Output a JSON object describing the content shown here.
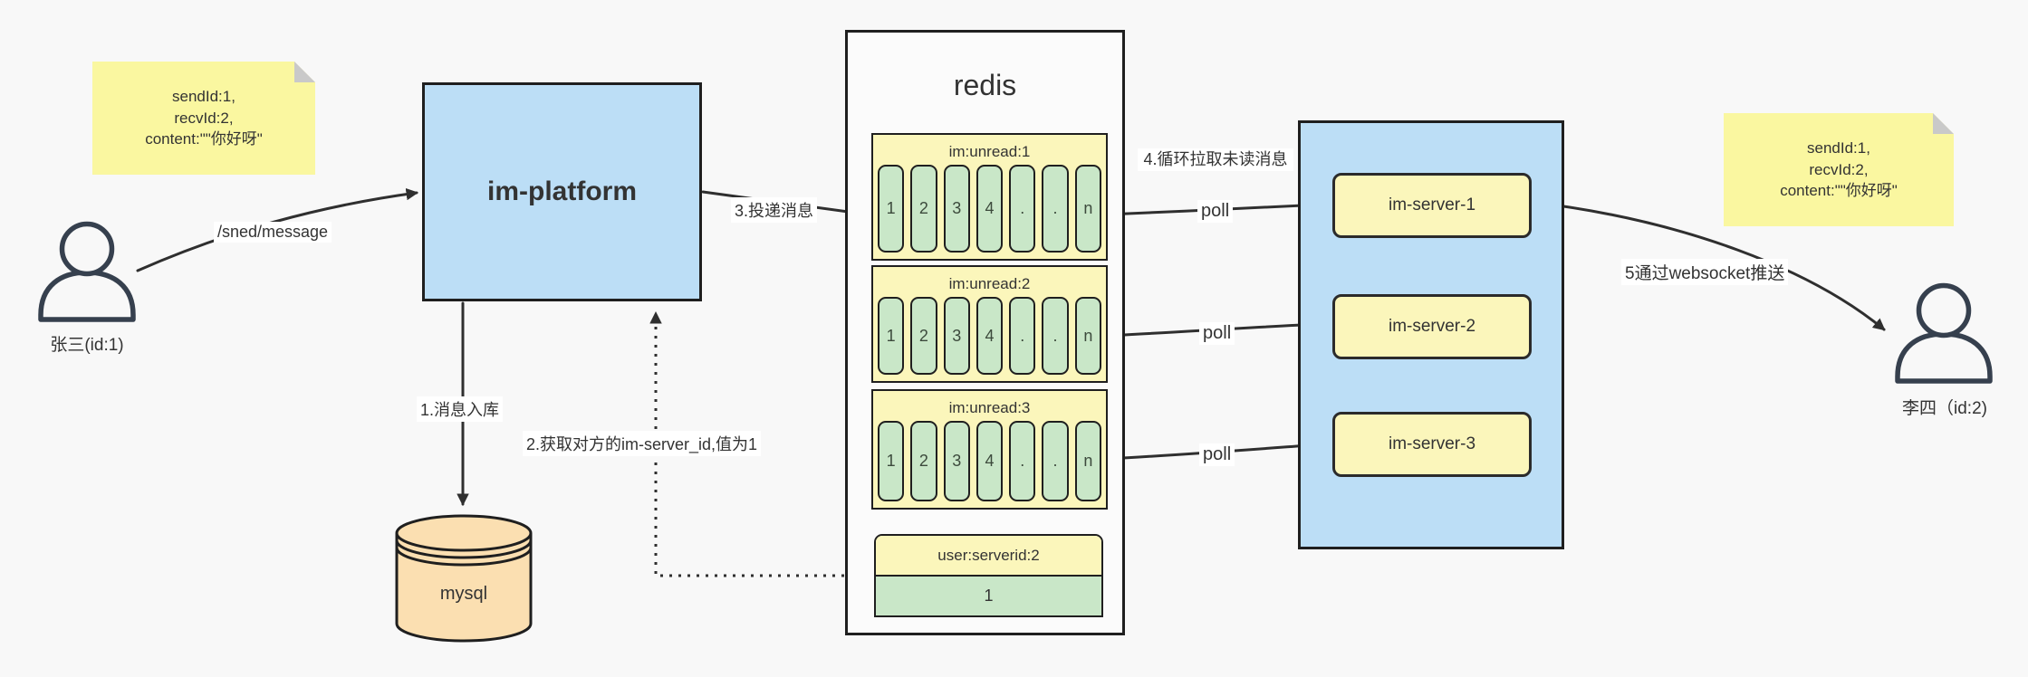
{
  "palette": {
    "bg": "#f8f8f8",
    "panel": "#fbfbfb",
    "line": "#1f1f1f",
    "ink": "#2f2f2f",
    "text": "#333333",
    "blue": "#bcdef6",
    "note-yellow": "#faf7a0",
    "box-yellow": "#fbf6bb",
    "green": "#c9e7c8",
    "orange": "#fbdfb1",
    "fold": "#c9c9c9",
    "icon": "#36404e"
  },
  "notes": {
    "left": {
      "line1": "sendId:1,",
      "line2": "recvId:2,",
      "line3": "content:\"\"你好呀\""
    },
    "right": {
      "line1": "sendId:1,",
      "line2": "recvId:2,",
      "line3": "content:\"\"你好呀\""
    }
  },
  "actors": {
    "sender": {
      "label": "张三(id:1)"
    },
    "receiver": {
      "label": "李四（id:2)"
    }
  },
  "platform": {
    "label": "im-platform"
  },
  "database": {
    "label": "mysql"
  },
  "redis": {
    "title": "redis",
    "queues": [
      {
        "header": "im:unread:1",
        "cells": [
          "1",
          "2",
          "3",
          "4",
          ".",
          ".",
          "n"
        ]
      },
      {
        "header": "im:unread:2",
        "cells": [
          "1",
          "2",
          "3",
          "4",
          ".",
          ".",
          "n"
        ]
      },
      {
        "header": "im:unread:3",
        "cells": [
          "1",
          "2",
          "3",
          "4",
          ".",
          ".",
          "n"
        ]
      }
    ],
    "mapping": {
      "header": "user:serverid:2",
      "value": "1"
    }
  },
  "servers": [
    {
      "label": "im-server-1"
    },
    {
      "label": "im-server-2"
    },
    {
      "label": "im-server-3"
    }
  ],
  "edges": {
    "send_api": "/sned/message",
    "step1": "1.消息入库",
    "step2": "2.获取对方的im-server_id,值为1",
    "step3": "3.投递消息",
    "step4": "4.循环拉取未读消息",
    "step5": "5通过websocket推送",
    "poll": "poll"
  }
}
